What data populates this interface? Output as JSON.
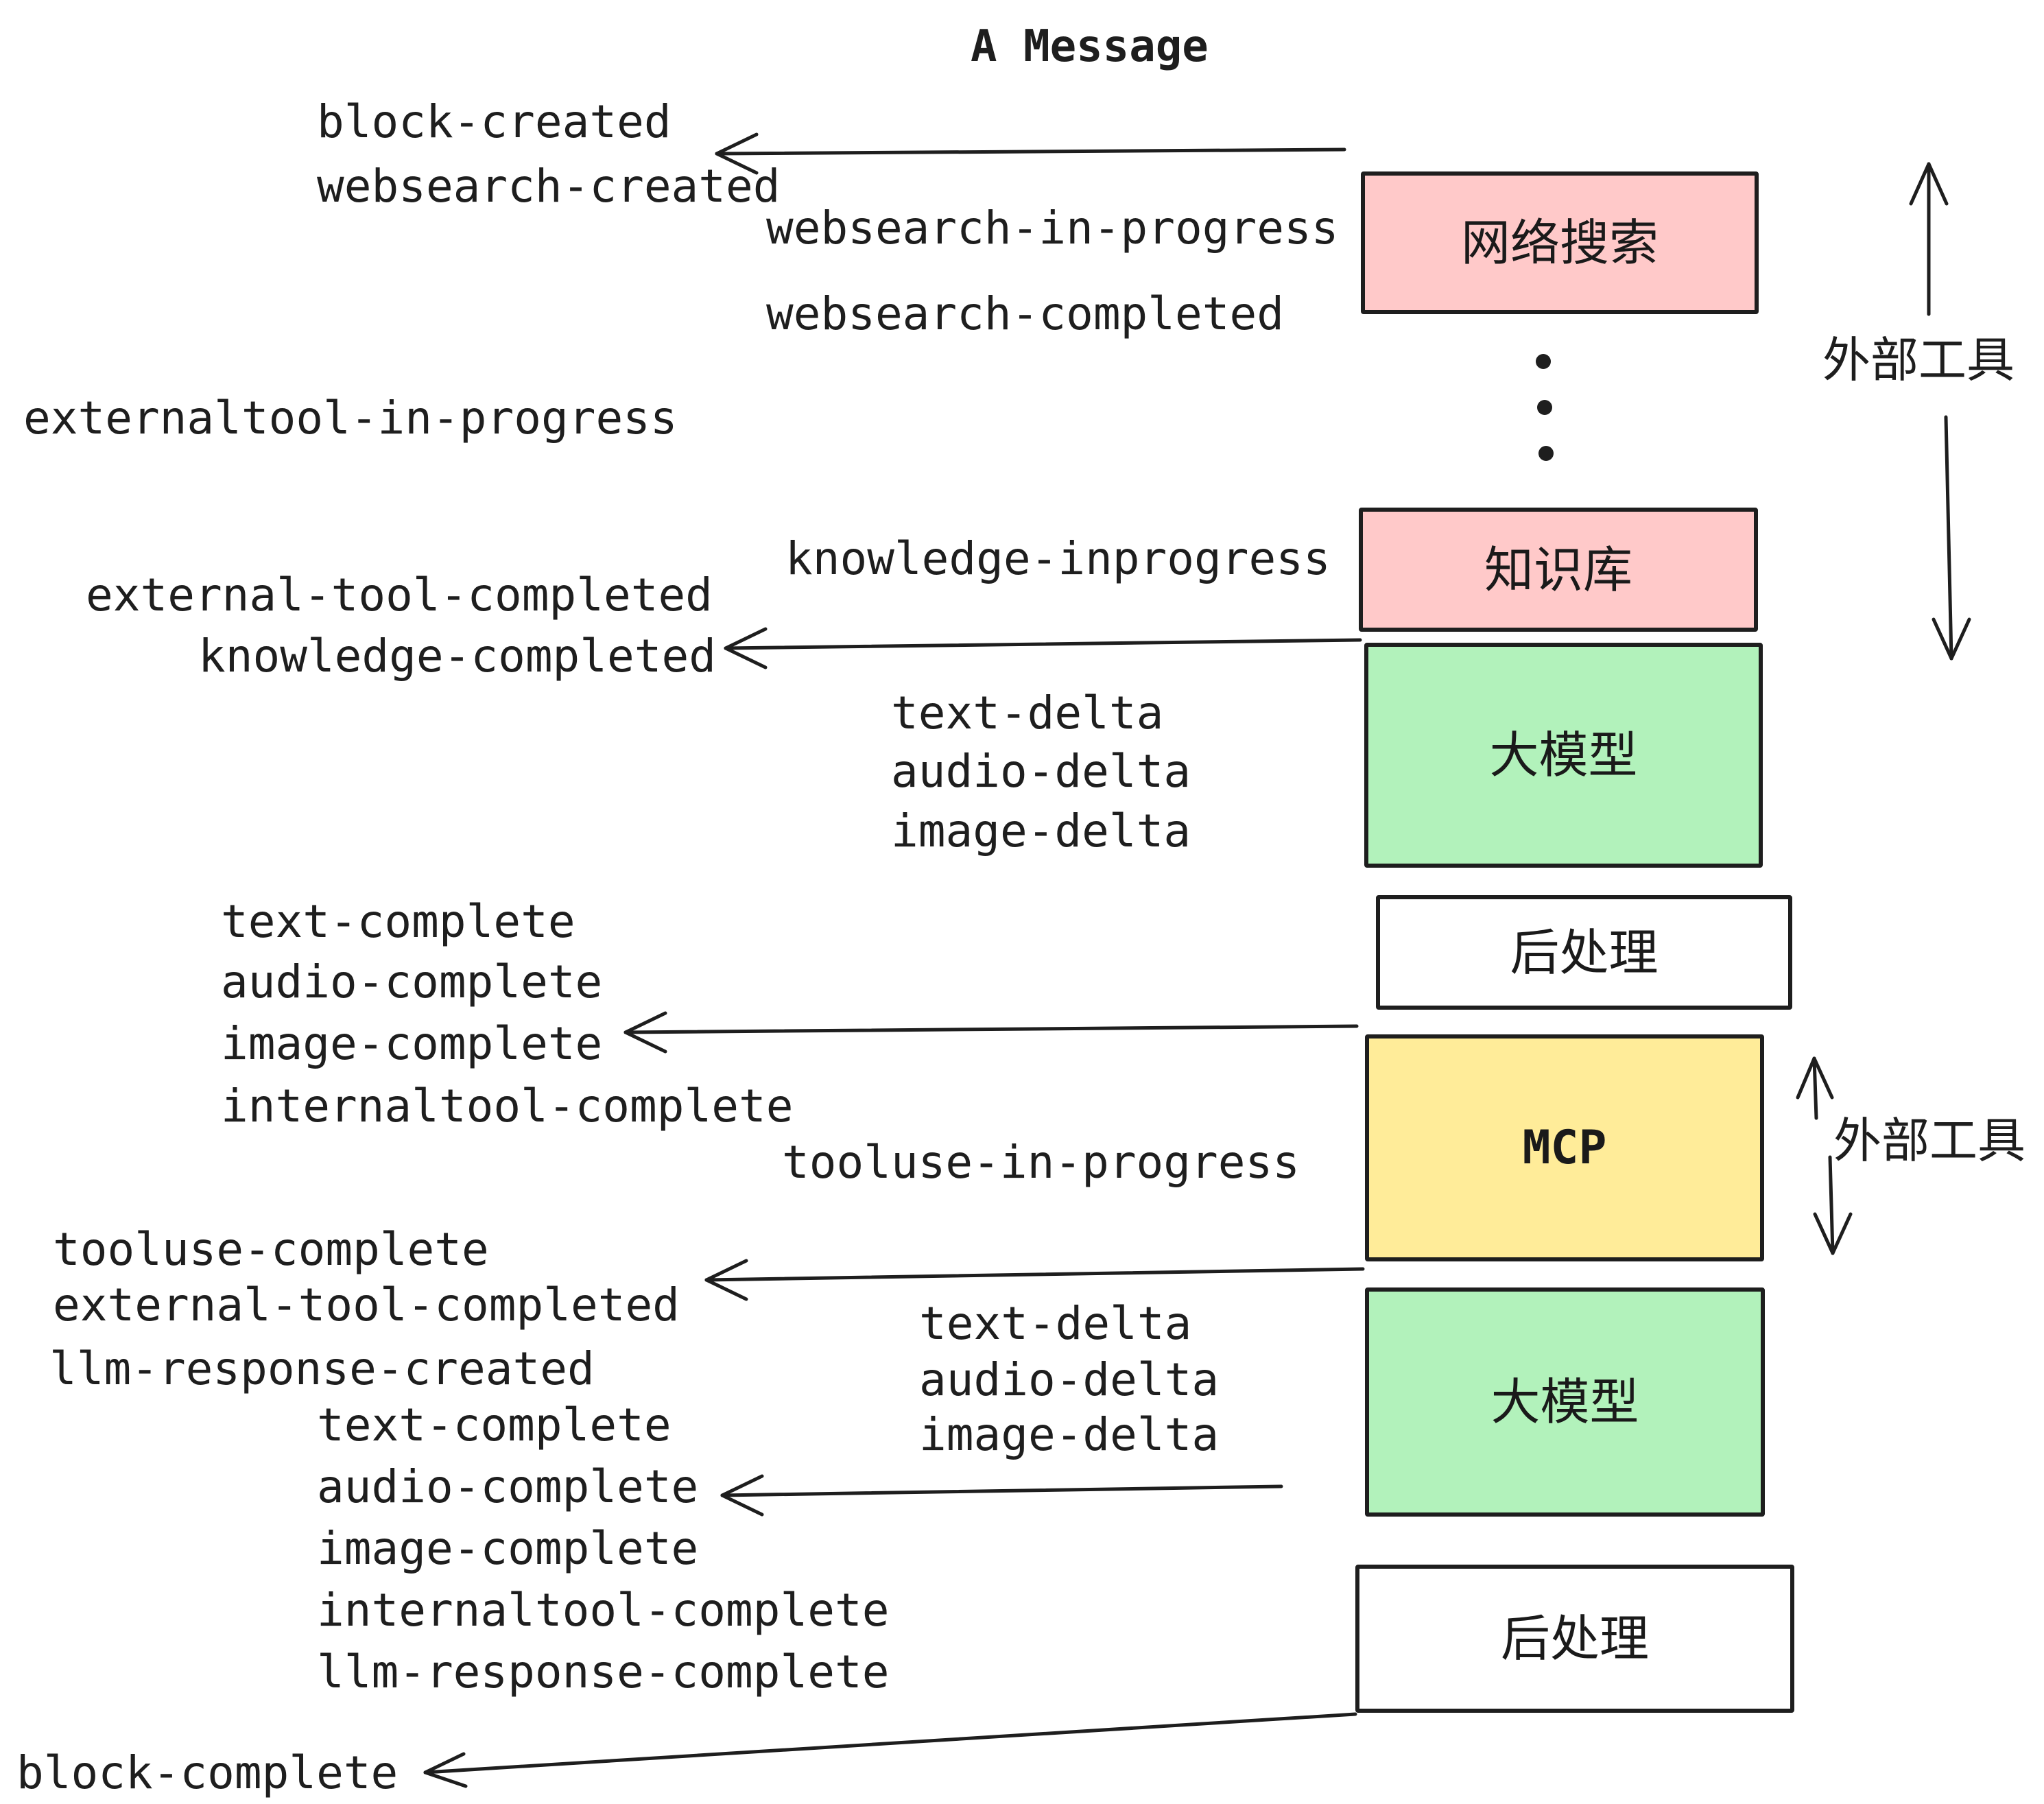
{
  "title": "A Message",
  "colors": {
    "background": "#ffffff",
    "stroke": "#1e1e1e",
    "box_pink": "#ffc9c9",
    "box_green": "#b2f2bb",
    "box_yellow": "#ffec99",
    "box_white": "#ffffff"
  },
  "boxes": [
    {
      "id": "websearch",
      "label": "网络搜索",
      "fill": "#ffc9c9"
    },
    {
      "id": "knowledge",
      "label": "知识库",
      "fill": "#ffc9c9"
    },
    {
      "id": "llm-1",
      "label": "大模型",
      "fill": "#b2f2bb"
    },
    {
      "id": "postprocess-1",
      "label": "后处理",
      "fill": "#ffffff"
    },
    {
      "id": "mcp",
      "label": "MCP",
      "fill": "#ffec99"
    },
    {
      "id": "llm-2",
      "label": "大模型",
      "fill": "#b2f2bb"
    },
    {
      "id": "postprocess-2",
      "label": "后处理",
      "fill": "#ffffff"
    }
  ],
  "side_labels": {
    "external_tool_top": "外部工具",
    "external_tool_bottom": "外部工具"
  },
  "events": {
    "block_created": "block-created",
    "websearch_created": "websearch-created",
    "websearch_in_progress": "websearch-in-progress",
    "websearch_completed": "websearch-completed",
    "externaltool_in_progress": "externaltool-in-progress",
    "knowledge_inprogress": "knowledge-inprogress",
    "external_tool_completed_1": "external-tool-completed",
    "knowledge_completed": "knowledge-completed",
    "text_delta_1": "text-delta",
    "audio_delta_1": "audio-delta",
    "image_delta_1": "image-delta",
    "text_complete_1": "text-complete",
    "audio_complete_1": "audio-complete",
    "image_complete_1": "image-complete",
    "internaltool_complete_1": "internaltool-complete",
    "tooluse_in_progress": "tooluse-in-progress",
    "tooluse_complete": "tooluse-complete",
    "external_tool_completed_2": "external-tool-completed",
    "llm_response_created": "llm-response-created",
    "text_complete_2": "text-complete",
    "audio_complete_2": "audio-complete",
    "image_complete_2": "image-complete",
    "internaltool_complete_2": "internaltool-complete",
    "llm_response_complete": "llm-response-complete",
    "block_complete": "block-complete",
    "text_delta_2": "text-delta",
    "audio_delta_2": "audio-delta",
    "image_delta_2": "image-delta"
  },
  "diagram": {
    "type": "flow",
    "ellipsis_dots": 3,
    "arrows": [
      {
        "from": "websearch box",
        "to": "block-created / websearch-created",
        "direction": "left"
      },
      {
        "from": "knowledge box",
        "to": "external-tool-completed / knowledge-completed",
        "direction": "left"
      },
      {
        "from": "mcp box top",
        "to": "image-complete",
        "direction": "left"
      },
      {
        "from": "mcp box bottom",
        "to": "tooluse-complete / external-tool-completed",
        "direction": "left"
      },
      {
        "from": "llm-2 box bottom",
        "to": "audio-complete",
        "direction": "left"
      },
      {
        "from": "postprocess-2 box",
        "to": "block-complete",
        "direction": "left-down"
      },
      {
        "label": "外部工具",
        "between": "websearch box and knowledge box",
        "direction": "up-down"
      },
      {
        "label": "外部工具",
        "beside": "mcp box",
        "direction": "up-down"
      }
    ]
  }
}
